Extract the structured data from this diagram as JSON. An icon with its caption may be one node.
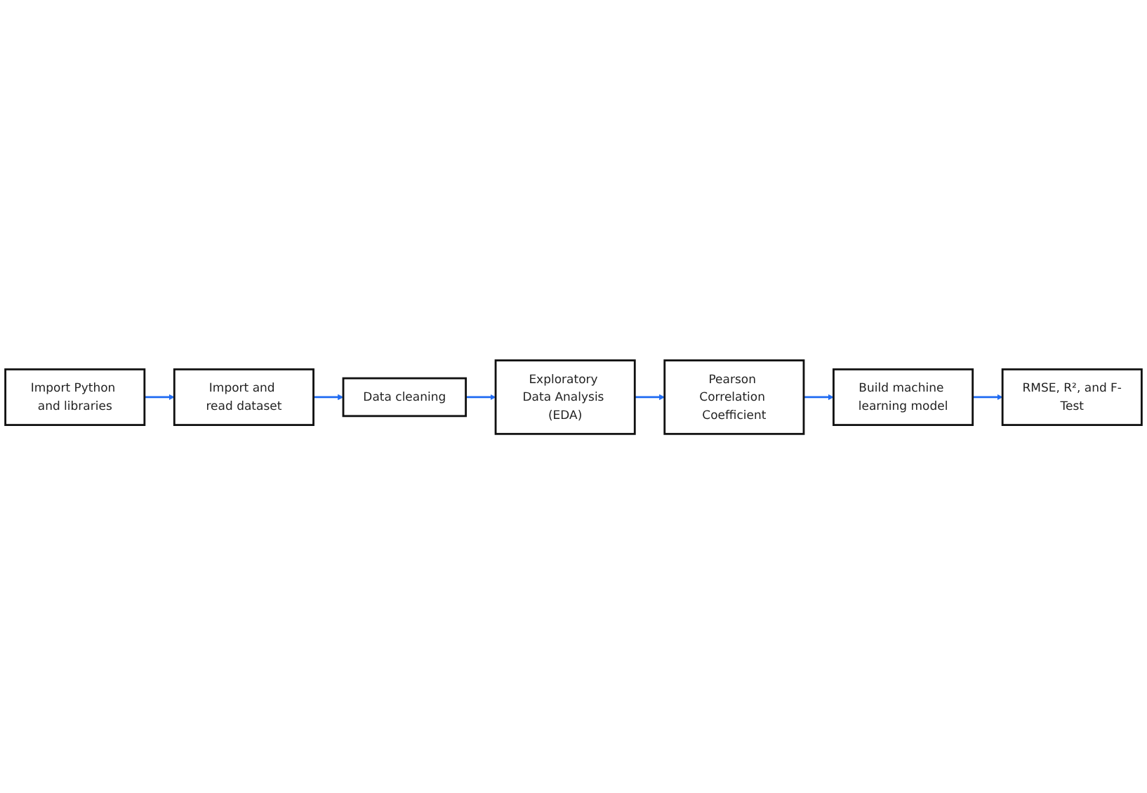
{
  "diagram": {
    "nodes": [
      {
        "text": [
          "Import Python and libraries"
        ]
      },
      {
        "text": [
          "Import and read dataset"
        ]
      },
      {
        "text": [
          "Data cleaning"
        ]
      },
      {
        "text": [
          "Exploratory Data Analysis (EDA)"
        ]
      },
      {
        "text": [
          "Pearson Correlation Coefficient"
        ]
      },
      {
        "text": [
          "Build machine learning model"
        ]
      },
      {
        "text": [
          "RMSE, R², and F-Test"
        ]
      }
    ],
    "edges": [
      {
        "from": 0,
        "to": 1,
        "arrow": "to"
      },
      {
        "from": 1,
        "to": 2,
        "arrow": "to"
      },
      {
        "from": 2,
        "to": 3,
        "arrow": "to"
      },
      {
        "from": 3,
        "to": 4,
        "arrow": "to"
      },
      {
        "from": 4,
        "to": 5,
        "arrow": "to"
      },
      {
        "from": 5,
        "to": 6,
        "arrow": "to"
      }
    ]
  }
}
